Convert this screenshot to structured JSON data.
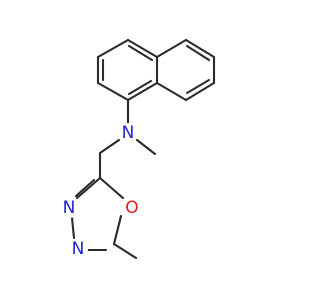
{
  "molecule": {
    "atoms": {
      "N_amine": {
        "symbol": "N",
        "color": "#1f1fd9"
      },
      "O_ring": {
        "symbol": "O",
        "color": "#e01a1a"
      },
      "N_ring_a": {
        "symbol": "N",
        "color": "#1f1fd9"
      },
      "N_ring_b": {
        "symbol": "N",
        "color": "#1f1fd9"
      }
    },
    "bond_color": "#2b2b2b"
  }
}
